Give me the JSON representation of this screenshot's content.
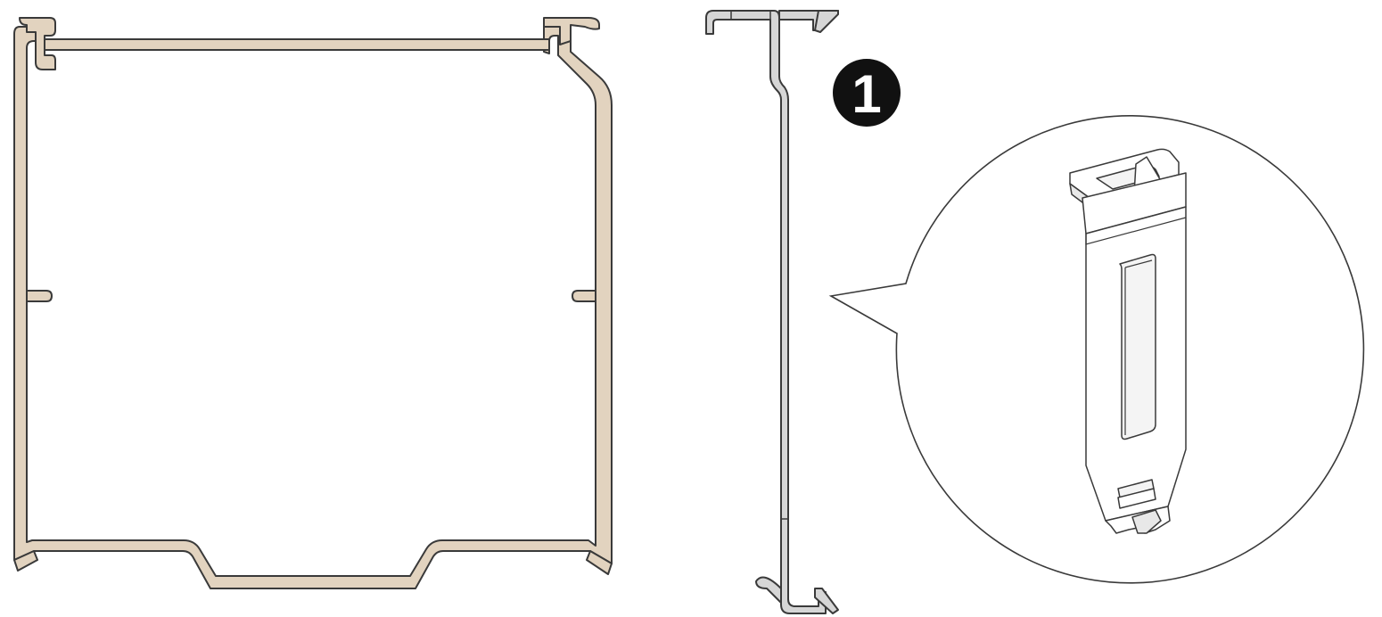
{
  "callout": {
    "number": "1"
  },
  "colors": {
    "trunking_fill": "#e2d3bf",
    "clip_fill": "#d6d6d6",
    "stroke": "#3a3a3a",
    "badge": "#111111",
    "badge_text": "#ffffff",
    "bubble_fill": "#ffffff"
  },
  "parts": {
    "trunking_profile": "trunking-cross-section",
    "clip_profile": "clip-side-view",
    "clip_detail": "clip-isometric-detail"
  }
}
